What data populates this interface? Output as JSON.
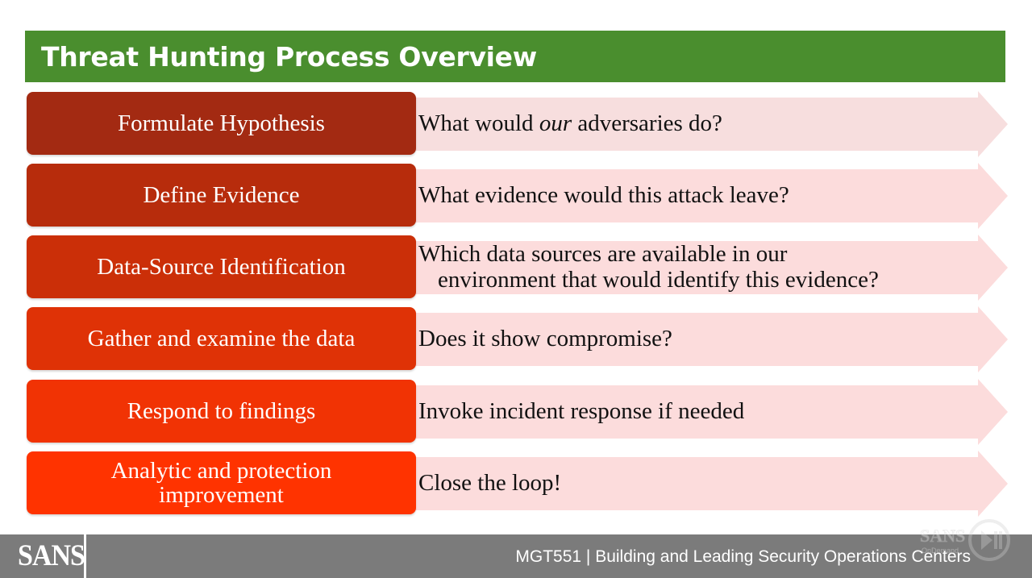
{
  "slide": {
    "title": "Threat Hunting Process Overview"
  },
  "steps": [
    {
      "label_lines": [
        "Formulate Hypothesis"
      ],
      "desc_pre": "What would ",
      "desc_em": "our",
      "desc_post": " adversaries do?",
      "color": "#a32a12"
    },
    {
      "label_lines": [
        "Define Evidence"
      ],
      "desc_lines": [
        "What evidence would this attack leave?"
      ],
      "color": "#b72c0c"
    },
    {
      "label_lines": [
        "Data-Source Identification"
      ],
      "desc_lines": [
        "Which data sources are available in our",
        "environment that would identify this evidence?"
      ],
      "color": "#cb2f08"
    },
    {
      "label_lines": [
        "Gather and examine the data"
      ],
      "desc_lines": [
        "Does it show compromise?"
      ],
      "color": "#df3206"
    },
    {
      "label_lines": [
        "Respond to findings"
      ],
      "desc_lines": [
        "Invoke incident response if needed"
      ],
      "color": "#f13304"
    },
    {
      "label_lines": [
        "Analytic and protection",
        "improvement"
      ],
      "desc_lines": [
        "Close the loop!"
      ],
      "color": "#ff3300"
    }
  ],
  "footer": {
    "logo": "SANS",
    "course": "MGT551 | Building and Leading Security Operations Centers"
  },
  "watermark": {
    "text": "SANS",
    "subtext": "OnDemand",
    "icon": "play-pause-icon"
  }
}
